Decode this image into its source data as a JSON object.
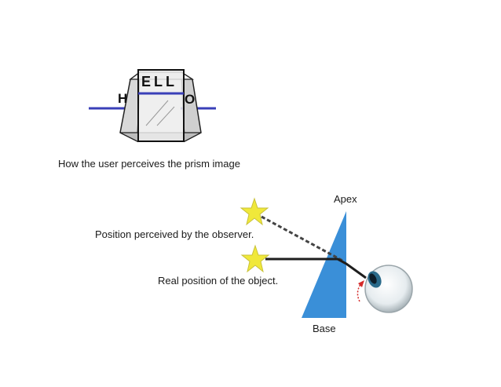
{
  "top_figure": {
    "letter_left": "H",
    "letters_in_prism": "ELL",
    "letter_right": "O",
    "caption": "How the user perceives the prism image"
  },
  "bottom_figure": {
    "apex_label": "Apex",
    "base_label": "Base",
    "perceived_label": "Position perceived by the observer.",
    "real_label": "Real position of the object."
  },
  "colors": {
    "line_blue": "#3a3fb8",
    "prism_blue": "#3a8fd8",
    "star_yellow": "#f0e83a",
    "arrow_red": "#d42a2a",
    "ray_dark": "#222222"
  }
}
